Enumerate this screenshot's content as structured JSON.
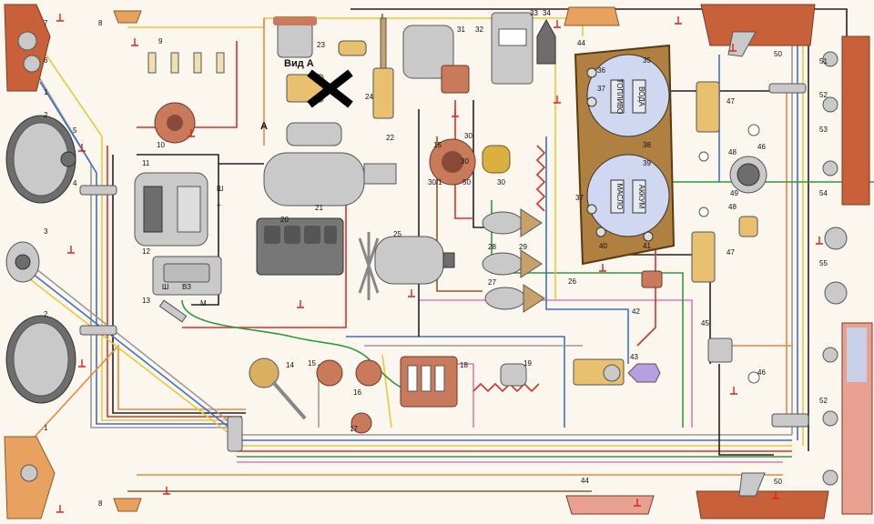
{
  "labels": {
    "view_a": "Вид А",
    "a": "А"
  },
  "numbers": {
    "n1_top": "1",
    "n7": "7",
    "n6": "6",
    "n8_top": "8",
    "n9": "9",
    "n10": "10",
    "n2_top": "2",
    "n5": "5",
    "n4": "4",
    "n3": "3",
    "n2_bottom": "2",
    "n1_bottom": "1",
    "n8_bottom": "8",
    "n11": "11",
    "n12": "12",
    "n13": "13",
    "n14": "14",
    "n15": "15",
    "n16": "16",
    "n17": "17",
    "n18": "18",
    "n19": "19",
    "n20": "20",
    "n21": "21",
    "n22": "22",
    "n23": "23",
    "n24": "24",
    "n25": "25",
    "n26": "26",
    "n27": "27",
    "n28": "28",
    "n29": "29",
    "n30": "30",
    "n31": "31",
    "n32": "32",
    "n33": "33",
    "n34": "34",
    "n35": "35",
    "n36": "36",
    "n37_top": "37",
    "n37_bottom": "37",
    "n38": "38",
    "n39": "39",
    "n40": "40",
    "n41": "41",
    "n42": "42",
    "n43": "43",
    "n44_top": "44",
    "n44_bottom": "44",
    "n45": "45",
    "n46_top": "46",
    "n46_bottom": "46",
    "n47_top": "47",
    "n47_bottom": "47",
    "n48_top": "48",
    "n48_bottom": "48",
    "n49": "49",
    "n50_top": "50",
    "n50_bottom": "50",
    "n51": "51",
    "n52_top": "52",
    "n52_bottom": "52",
    "n53": "53",
    "n54": "54",
    "n55": "55"
  },
  "terminal_marks": {
    "alt_sh": "Ш",
    "alt_plus": "+",
    "reg_sh": "Ш",
    "reg_vz": "ВЗ",
    "reg_m": "М",
    "ign_15": "15",
    "ign_30": "30",
    "ign_301": "30/1",
    "ign_50": "50",
    "ign_inner30": "30"
  },
  "gauges": {
    "top_left": "ТОПЛИВО",
    "top_right": "ВОДА",
    "bottom_left": "МАСЛО",
    "bottom_right": "АККУМ"
  },
  "colors": {
    "red": "#d8322a",
    "black": "#222222",
    "blue": "#3d6fd0",
    "green": "#2e9b3a",
    "yellow": "#e8c83a",
    "brown": "#8a5a2a",
    "grey": "#9a9a9a",
    "orange": "#e8893a",
    "pink": "#e37ab0",
    "violet": "#9050b0",
    "white": "#ffffff"
  }
}
